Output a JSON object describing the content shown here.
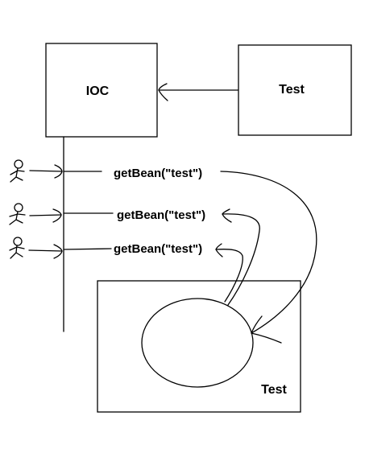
{
  "diagram": {
    "ioc_box": {
      "label": "IOC"
    },
    "test_box": {
      "label": "Test"
    },
    "container_box": {
      "label": "Test"
    },
    "requests": [
      {
        "label": "getBean(\"test\")"
      },
      {
        "label": "getBean(\"test\")"
      },
      {
        "label": "getBean(\"test\")"
      }
    ]
  }
}
